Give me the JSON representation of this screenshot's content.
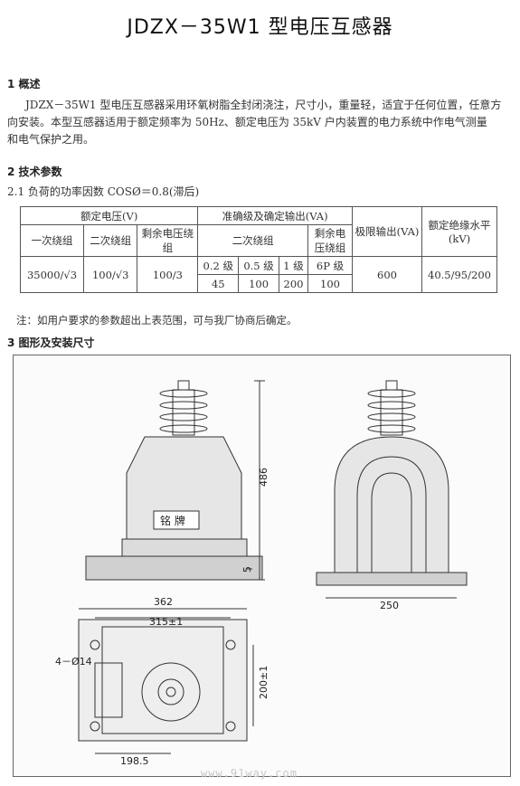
{
  "title": "JDZX－35W1 型电压互感器",
  "section1": {
    "heading": "1   概述",
    "line1": "JDZX－35W1 型电压互感器采用环氧树脂全封闭浇注，尺寸小，重量轻，适宜于任何位置，任意方",
    "line2": "向安装。本型互感器适用于额定频率为 50Hz、额定电压为 35kV 户内装置的电力系统中作电气测量",
    "line3": "和电气保护之用。"
  },
  "section2": {
    "heading": "2   技术参数",
    "sub": "2.1   负荷的功率因数 COSØ＝0.8(滞后)"
  },
  "table": {
    "rated_voltage": "额定电压(V)",
    "accuracy_output": "准确级及确定输出(VA)",
    "limit_output": "极限输出(VA)",
    "insulation": "额定绝缘水平(kV)",
    "primary": "一次绕组",
    "secondary": "二次绕组",
    "residual": "剩余电压绕组",
    "sec_winding": "二次绕组",
    "res_winding": "剩余电压绕组",
    "class1": "0.2 级",
    "class2": "0.5 级",
    "class3": "1 级",
    "class4": "6P 级",
    "primary_val": "35000/√3",
    "secondary_val": "100/√3",
    "residual_val": "100/3",
    "out1": "45",
    "out2": "100",
    "out3": "200",
    "out4": "100",
    "limit_val": "600",
    "insulation_val": "40.5/95/200"
  },
  "note": "注：如用户要求的参数超出上表范围，可与我厂协商后确定。",
  "section3": {
    "heading": "3   图形及安装尺寸"
  },
  "drawing": {
    "nameplate": "铭  牌",
    "dim_height": "486",
    "dim_base": "5",
    "dim_side_width": "250",
    "dim_total_width": "362",
    "dim_hole_span": "315±1",
    "dim_holes": "4－Ø14",
    "dim_hole_depth": "200±1",
    "dim_offset": "198.5"
  },
  "watermark": "www.91way.com"
}
